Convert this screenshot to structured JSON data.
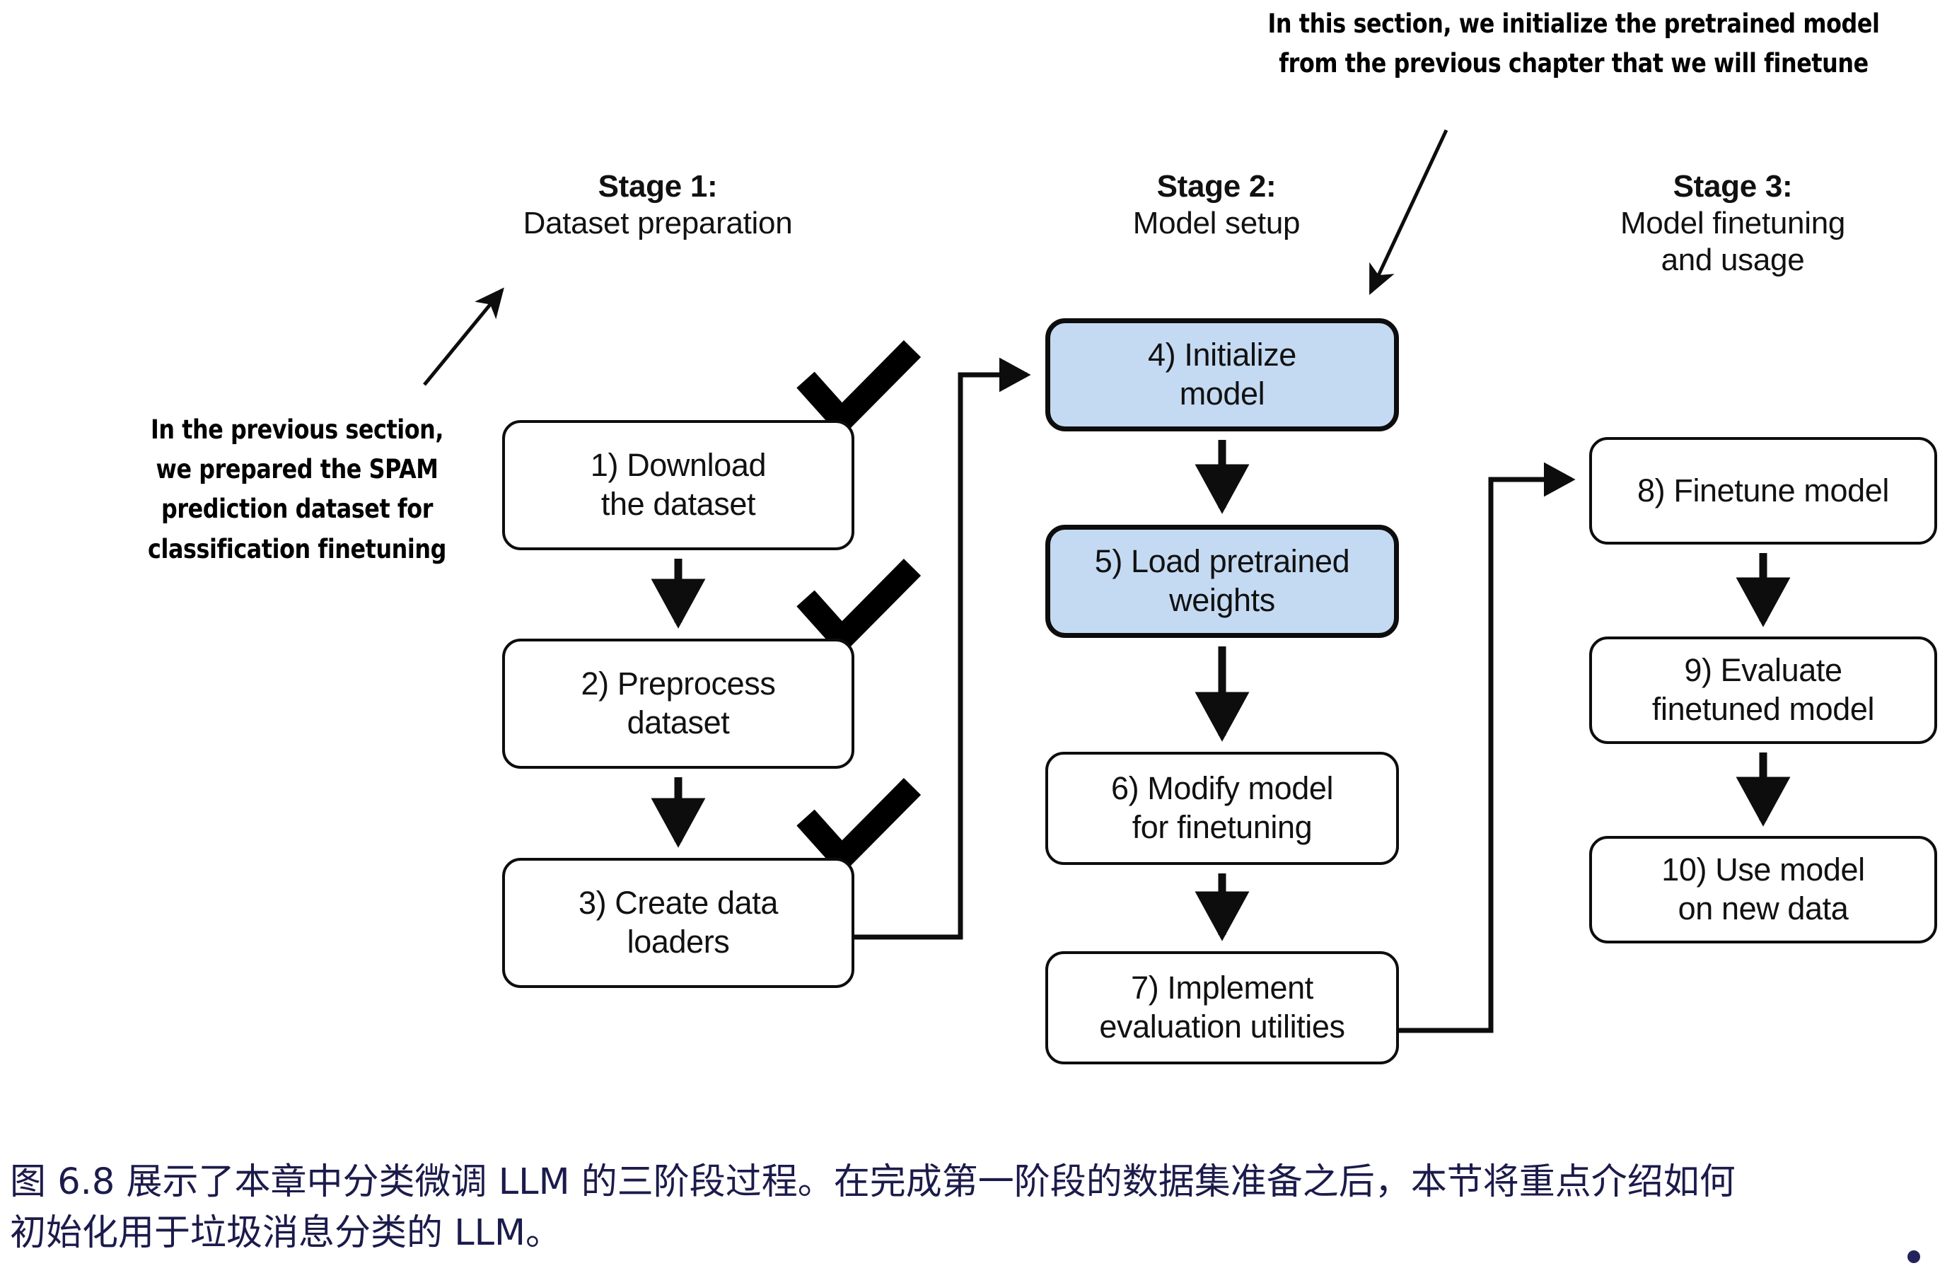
{
  "annotations": {
    "top_right": {
      "lines": [
        "In this section, we initialize the pretrained model",
        "from the previous chapter that we will finetune"
      ]
    },
    "left": {
      "lines": [
        "In the previous section,",
        "we prepared the SPAM",
        "prediction dataset for",
        "classification finetuning"
      ]
    }
  },
  "stages": [
    {
      "title": "Stage 1:",
      "subtitle_lines": [
        "Dataset preparation"
      ]
    },
    {
      "title": "Stage 2:",
      "subtitle_lines": [
        "Model setup"
      ]
    },
    {
      "title": "Stage 3:",
      "subtitle_lines": [
        "Model finetuning",
        "and usage"
      ]
    }
  ],
  "boxes": {
    "b1": {
      "lines": [
        "1) Download",
        "the dataset"
      ],
      "checked": true,
      "highlighted": false
    },
    "b2": {
      "lines": [
        "2) Preprocess",
        "dataset"
      ],
      "checked": true,
      "highlighted": false
    },
    "b3": {
      "lines": [
        "3) Create data",
        "loaders"
      ],
      "checked": true,
      "highlighted": false
    },
    "b4": {
      "lines": [
        "4) Initialize",
        "model"
      ],
      "checked": false,
      "highlighted": true
    },
    "b5": {
      "lines": [
        "5) Load pretrained",
        "weights"
      ],
      "checked": false,
      "highlighted": true
    },
    "b6": {
      "lines": [
        "6) Modify model",
        "for finetuning"
      ],
      "checked": false,
      "highlighted": false
    },
    "b7": {
      "lines": [
        "7) Implement",
        "evaluation utilities"
      ],
      "checked": false,
      "highlighted": false
    },
    "b8": {
      "lines": [
        "8) Finetune model"
      ],
      "checked": false,
      "highlighted": false
    },
    "b9": {
      "lines": [
        "9) Evaluate",
        "finetuned model"
      ],
      "checked": false,
      "highlighted": false
    },
    "b10": {
      "lines": [
        "10) Use model",
        "on new data"
      ],
      "checked": false,
      "highlighted": false
    }
  },
  "caption": {
    "lines": [
      "图 6.8 展示了本章中分类微调 LLM 的三阶段过程。在完成第一阶段的数据集准备之后，本节将重点介绍如何",
      "初始化用于垃圾消息分类的 LLM。"
    ]
  },
  "colors": {
    "highlight_fill": "#c4daf2",
    "stroke": "#0d0d0d",
    "caption_text": "#1b1b4b",
    "background": "#ffffff"
  },
  "diagram_type": "flowchart"
}
